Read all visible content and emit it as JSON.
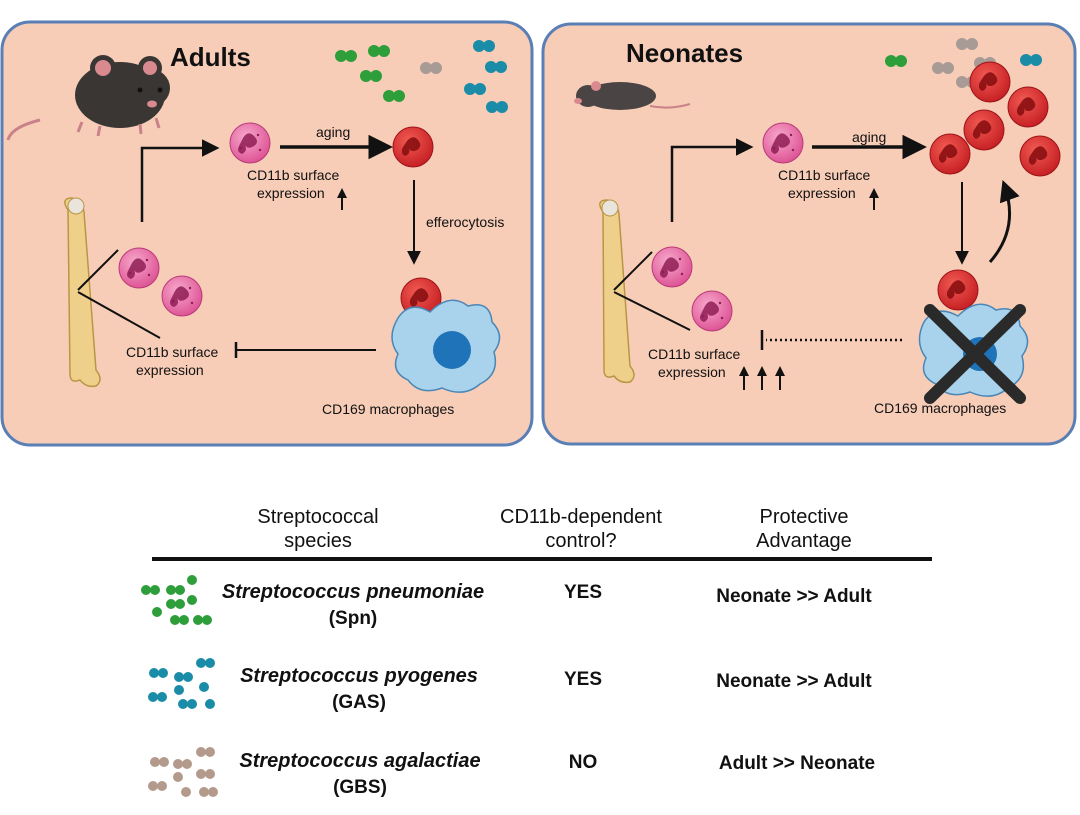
{
  "panels": {
    "adults": {
      "title": "Adults",
      "aging": "aging",
      "surface_line1": "CD11b surface",
      "surface_line2": "expression",
      "efferocytosis": "efferocytosis",
      "return_line1": "CD11b surface",
      "return_line2": "expression",
      "macrophages": "CD169  macrophages"
    },
    "neonates": {
      "title": "Neonates",
      "aging": "aging",
      "surface_line1": "CD11b surface",
      "surface_line2": "expression",
      "return_line1": "CD11b surface",
      "return_line2": "expression",
      "macrophages": "CD169  macrophages"
    }
  },
  "table": {
    "headers": {
      "species_line1": "Streptococcal",
      "species_line2": "species",
      "control_line1": "CD11b-dependent",
      "control_line2": "control?",
      "advantage_line1": "Protective",
      "advantage_line2": "Advantage"
    },
    "rows": [
      {
        "name": "Streptococcus pneumoniae",
        "abbr": "(Spn)",
        "control": "YES",
        "advantage": "Neonate >> Adult",
        "color": "#2e9e3a"
      },
      {
        "name": "Streptococcus pyogenes",
        "abbr": "(GAS)",
        "control": "YES",
        "advantage": "Neonate >> Adult",
        "color": "#1b8ca8"
      },
      {
        "name": "Streptococcus agalactiae",
        "abbr": "(GBS)",
        "control": "NO",
        "advantage": "Adult >> Neonate",
        "color": "#b49a8c"
      }
    ]
  },
  "colors": {
    "panel_fill": "#f8cdb8",
    "panel_border": "#5a7fb5",
    "neutrophil_pink": "#e7609e",
    "neutrophil_red": "#d8262b",
    "macrophage": "#a9d3ec",
    "nucleus": "#1f73b8",
    "bone": "#efd08a"
  }
}
